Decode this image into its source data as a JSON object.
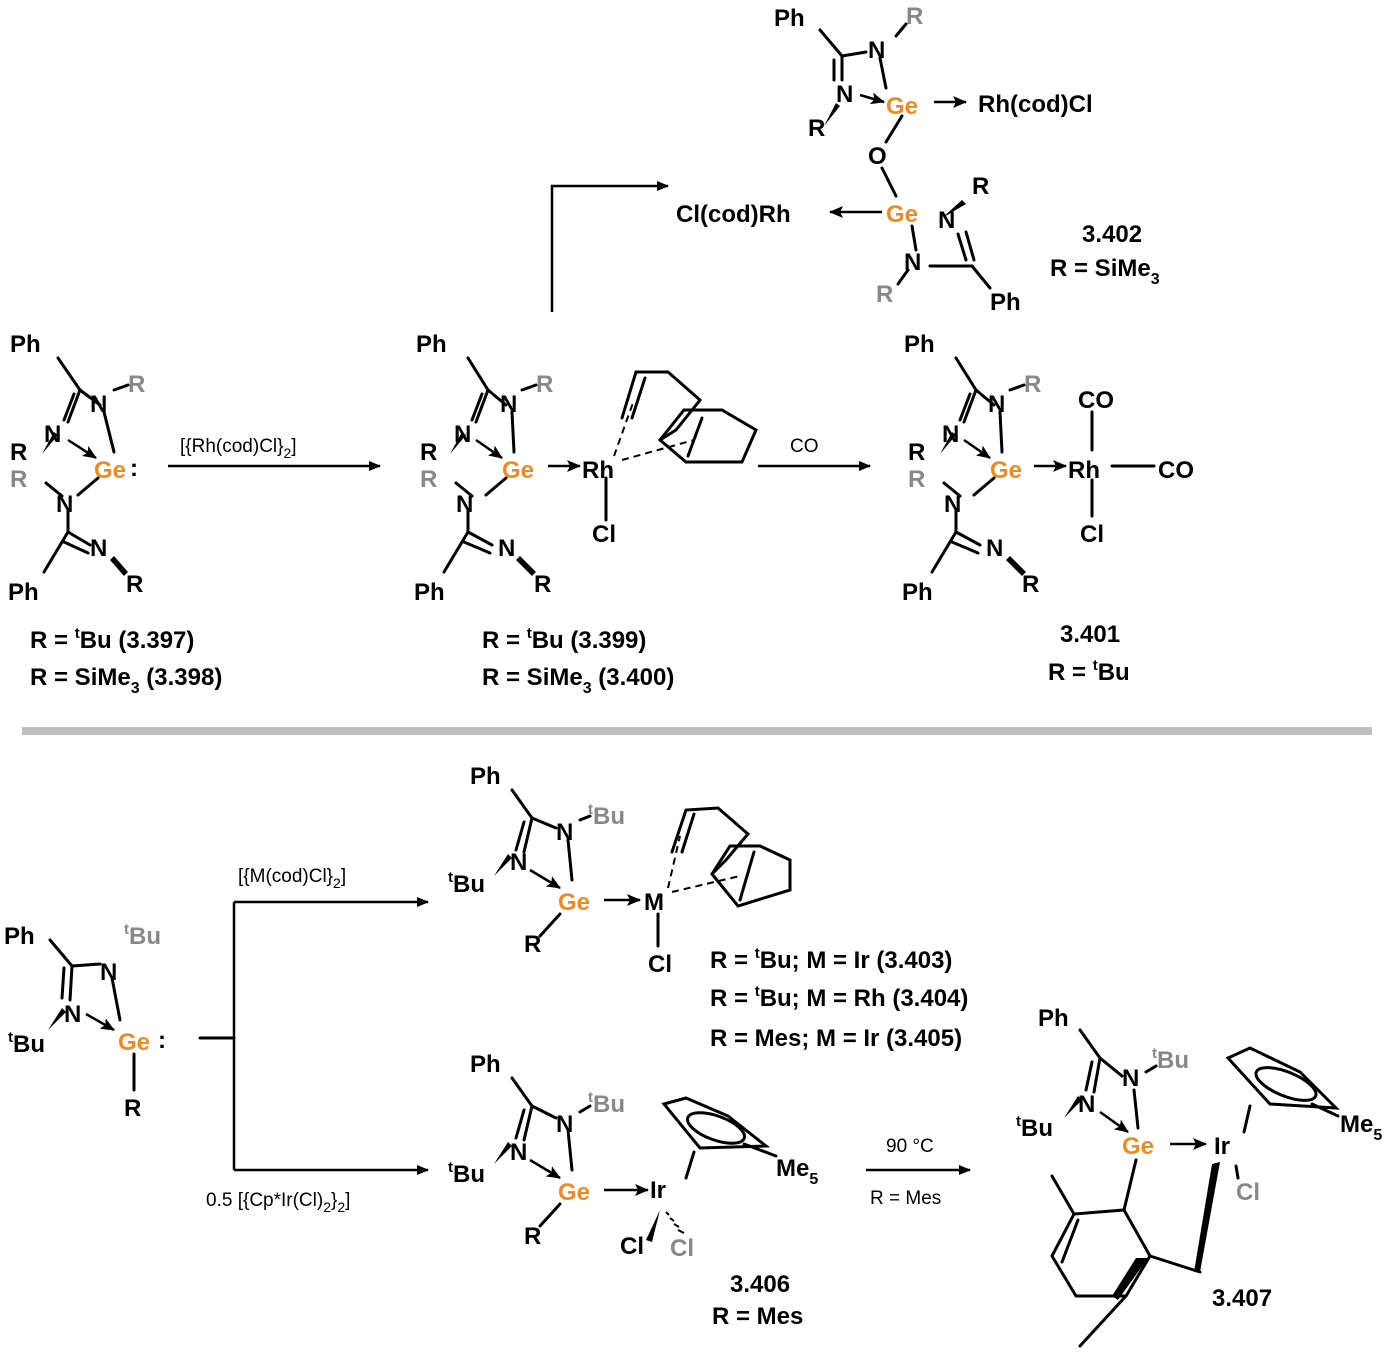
{
  "labels": {
    "ph": "Ph",
    "n": "N",
    "r": "R",
    "ge": "Ge",
    "colon": ":",
    "o": "O",
    "rh": "Rh",
    "cl": "Cl",
    "co": "CO",
    "tbu_t": "t",
    "tbu_bu": "Bu",
    "m": "M",
    "ir": "Ir",
    "me": "Me",
    "five": "5",
    "rhcodcl": "Rh(cod)Cl",
    "clcodrh": "Cl(cod)Rh"
  },
  "reagents": {
    "r1": "[{Rh(cod)Cl}",
    "r1_sub": "2",
    "r1_close": "]",
    "r2": "CO",
    "r3": "[{M(cod)Cl}",
    "r3_sub": "2",
    "r3_close": "]",
    "r4": "0.5 [{Cp*Ir(Cl)",
    "r4_sub1": "2",
    "r4_mid": "}",
    "r4_sub2": "2",
    "r4_close": "]",
    "r5": "90 °C",
    "r5b": "R = Mes"
  },
  "captions": {
    "c397a": "R = ",
    "c397t": "t",
    "c397b": "Bu (3.397)",
    "c398a": "R = SiMe",
    "c398s": "3",
    "c398b": " (3.398)",
    "c399a": "R = ",
    "c399t": "t",
    "c399b": "Bu (3.399)",
    "c400a": "R = SiMe",
    "c400s": "3",
    "c400b": " (3.400)",
    "c401": "3.401",
    "c401ra": "R = ",
    "c401t": "t",
    "c401rb": "Bu",
    "c402": "3.402",
    "c402ra": "R = SiMe",
    "c402s": "3",
    "c403a": "R = ",
    "c403t": "t",
    "c403b": "Bu; M = Ir (3.403)",
    "c404a": "R = ",
    "c404t": "t",
    "c404b": "Bu; M = Rh (3.404)",
    "c405": "R = Mes; M = Ir (3.405)",
    "c406": "3.406",
    "c406r": "R = Mes",
    "c407": "3.407"
  },
  "colors": {
    "germanium": "#f08a24",
    "substituent_gray": "#888888",
    "divider": "#c0c0c0"
  }
}
